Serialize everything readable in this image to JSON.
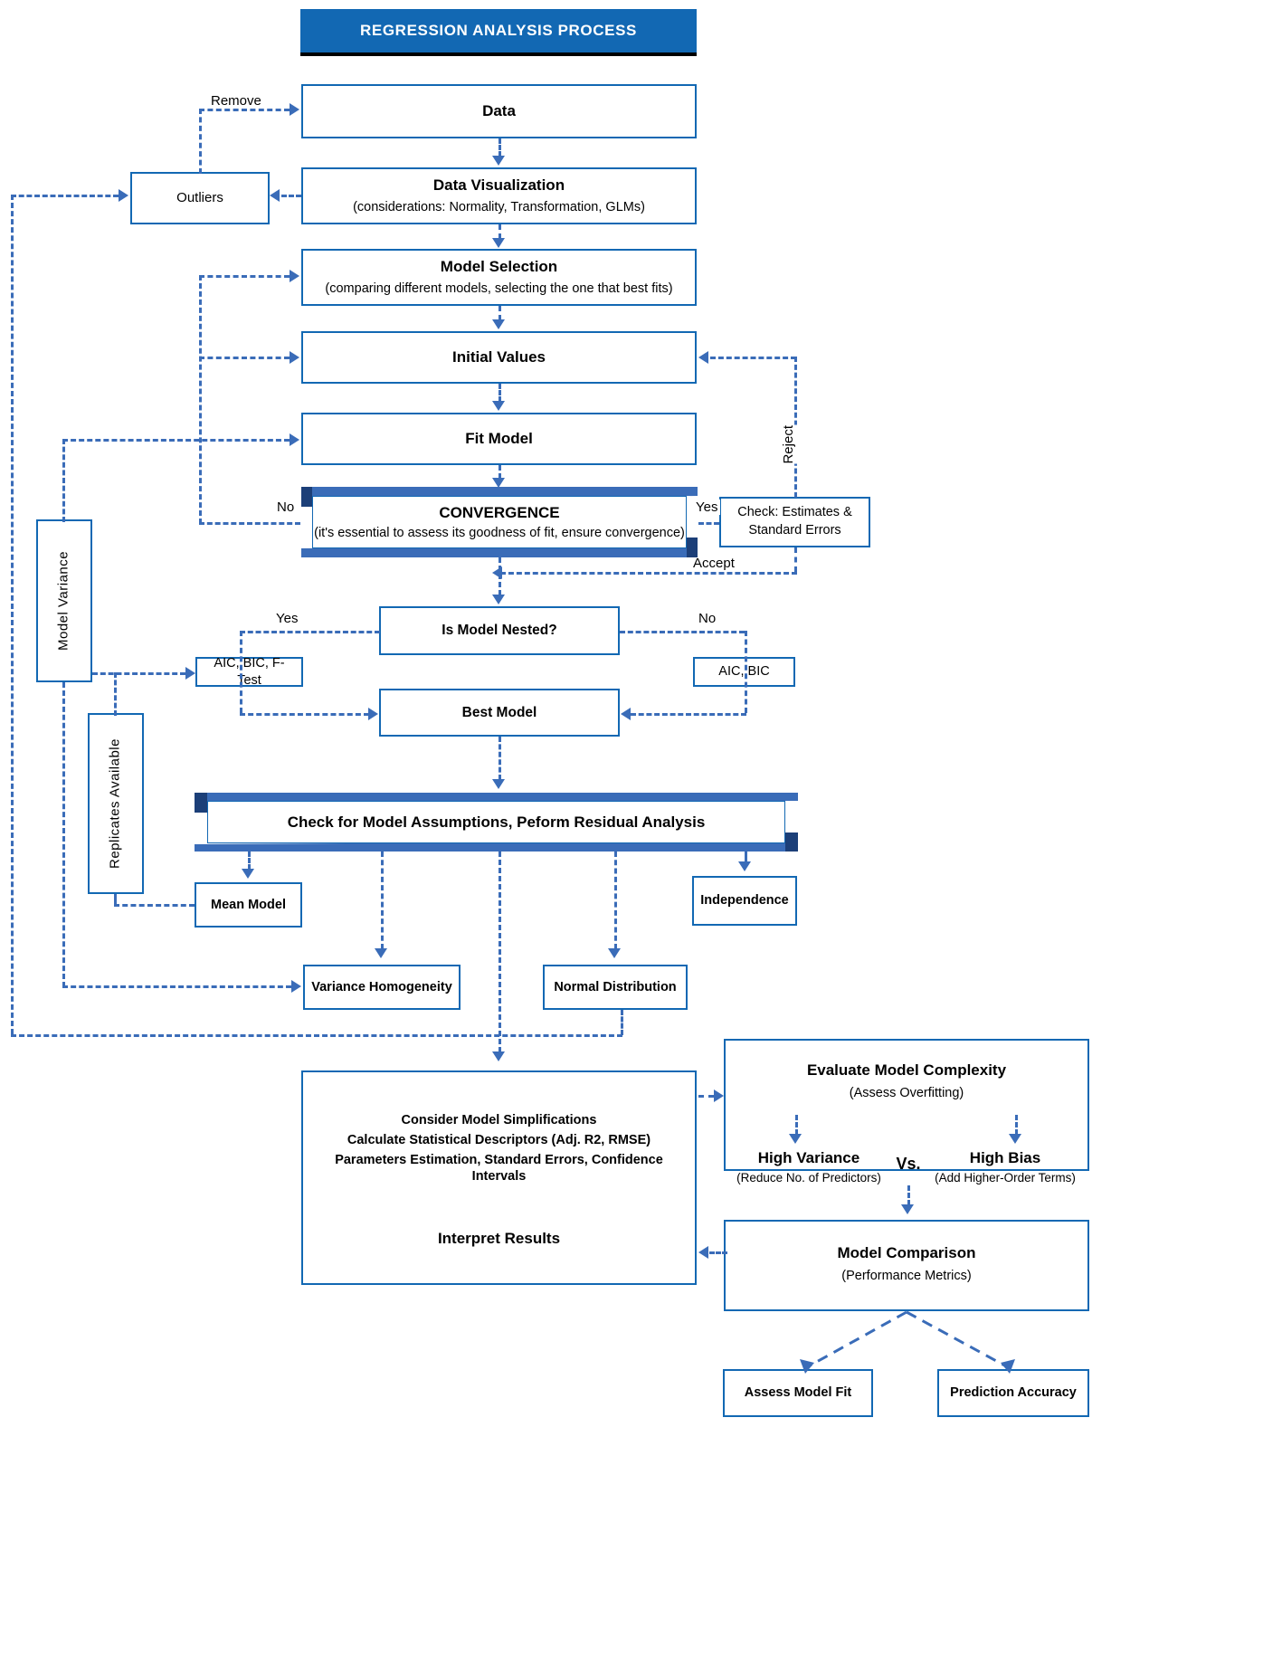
{
  "title": {
    "text": "REGRESSION ANALYSIS PROCESS",
    "bg": "#1268B3",
    "fg": "#FFFFFF"
  },
  "theme": {
    "box_border": "#1268B3",
    "connector": "#3A6CB8",
    "ribbon_fill": "#3A6CB8"
  },
  "nodes": {
    "data": {
      "title": "Data",
      "subtitle": ""
    },
    "data_viz": {
      "title": "Data Visualization",
      "subtitle": "(considerations: Normality, Transformation, GLMs)"
    },
    "model_selection": {
      "title": "Model Selection",
      "subtitle": "(comparing different models, selecting the one that best fits)"
    },
    "initial_values": {
      "title": "Initial Values",
      "subtitle": ""
    },
    "fit_model": {
      "title": "Fit Model",
      "subtitle": ""
    },
    "convergence": {
      "title": "CONVERGENCE",
      "subtitle": "(it's essential to assess its goodness of fit, ensure convergence)"
    },
    "outliers": {
      "title": "Outliers",
      "subtitle": ""
    },
    "check_estimates": {
      "title": "Check: Estimates &",
      "subtitle": "Standard Errors"
    },
    "model_variance": {
      "title": "Model Variance",
      "subtitle": ""
    },
    "replicates": {
      "title": "Replicates Available",
      "subtitle": ""
    },
    "is_nested": {
      "title": "Is Model Nested?",
      "subtitle": ""
    },
    "aic_bic_ftest": {
      "title": "AIC, BIC, F-Test",
      "subtitle": ""
    },
    "aic_bic": {
      "title": "AIC, BIC",
      "subtitle": ""
    },
    "best_model": {
      "title": "Best Model",
      "subtitle": ""
    },
    "assumptions": {
      "title": "Check for Model Assumptions, Peform Residual Analysis",
      "subtitle": ""
    },
    "mean_model": {
      "title": "Mean Model",
      "subtitle": ""
    },
    "independence": {
      "title": "Independence",
      "subtitle": ""
    },
    "var_homogeneity": {
      "title": "Variance Homogeneity",
      "subtitle": ""
    },
    "normal_dist": {
      "title": "Normal Distribution",
      "subtitle": ""
    },
    "interpret": {
      "line1": "Consider Model Simplifications",
      "line2": "Calculate Statistical Descriptors (Adj. R2, RMSE)",
      "line3": "Parameters Estimation, Standard Errors, Confidence Intervals",
      "line4": "Interpret Results"
    },
    "evaluate_complexity": {
      "title": "Evaluate Model Complexity",
      "subtitle": "(Assess Overfitting)"
    },
    "high_variance": {
      "title": "High Variance",
      "subtitle": "(Reduce No. of Predictors)"
    },
    "high_bias": {
      "title": "High Bias",
      "subtitle": "(Add Higher-Order Terms)"
    },
    "versus": {
      "title": "Vs.",
      "subtitle": ""
    },
    "model_comparison": {
      "title": "Model Comparison",
      "subtitle": "(Performance Metrics)"
    },
    "assess_fit": {
      "title": "Assess Model Fit",
      "subtitle": ""
    },
    "prediction_acc": {
      "title": "Prediction Accuracy",
      "subtitle": ""
    }
  },
  "edge_labels": {
    "remove": "Remove",
    "no_conv": "No",
    "yes_conv": "Yes",
    "reject": "Reject",
    "accept": "Accept",
    "yes_nested": "Yes",
    "no_nested": "No"
  }
}
